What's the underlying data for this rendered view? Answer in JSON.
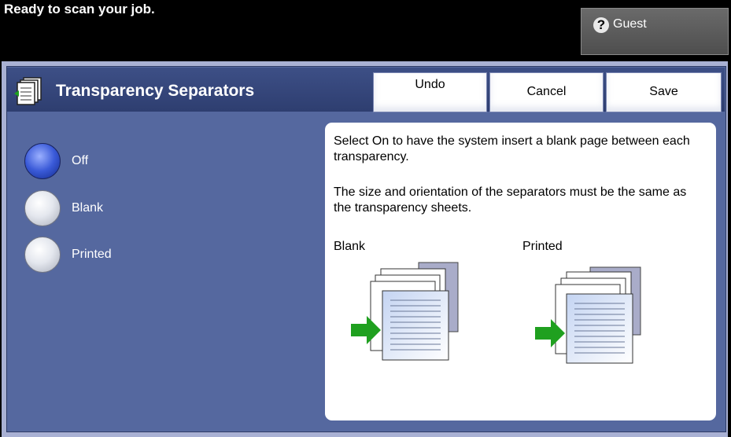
{
  "status_bar": {
    "message": "Ready to scan your job.",
    "user_label": "Guest",
    "help_icon": "question-mark-icon"
  },
  "header": {
    "title": "Transparency Separators",
    "title_icon": "document-stack-icon",
    "buttons": {
      "undo": "Undo",
      "cancel": "Cancel",
      "save": "Save"
    }
  },
  "options": {
    "selected": "Off",
    "items": [
      {
        "label": "Off"
      },
      {
        "label": "Blank"
      },
      {
        "label": "Printed"
      }
    ]
  },
  "info": {
    "paragraph1": "Select On to have the system insert a blank page between each transparency.",
    "paragraph2": "The size and orientation of the separators must be the same as the transparency sheets.",
    "diagrams": [
      {
        "label": "Blank",
        "icon": "blank-separator-illustration"
      },
      {
        "label": "Printed",
        "icon": "printed-separator-illustration"
      }
    ]
  },
  "colors": {
    "background": "#000000",
    "frame": "#a9b1d4",
    "panel": "#55689f",
    "title_bar": "#2e3e70",
    "selected_radio": "#2a44c0",
    "arrow": "#1fa01f",
    "back_sheet": "#a9acc9"
  }
}
